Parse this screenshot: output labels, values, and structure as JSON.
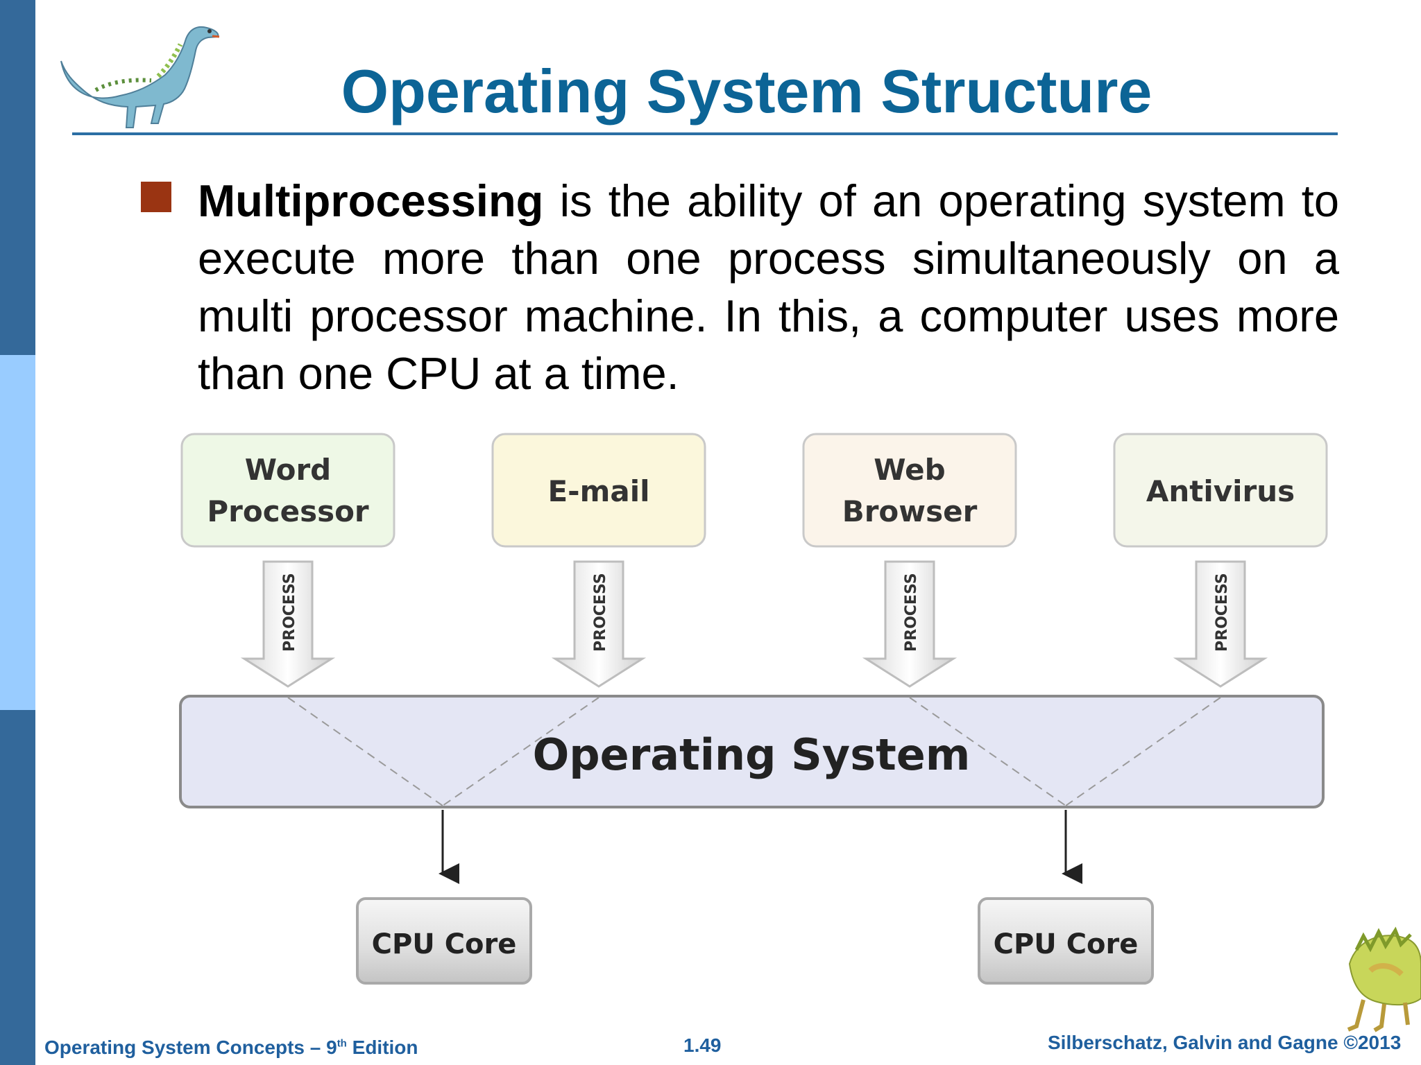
{
  "colors": {
    "sidebar_dark": "#34699a",
    "sidebar_light": "#99ccff",
    "title_blue": "#0c6496",
    "rule_blue": "#2c6fa4",
    "bullet_square": "#9a3412",
    "footer_blue": "#1f5f9e"
  },
  "header": {
    "title": "Operating System Structure"
  },
  "bullet": {
    "term": "Multiprocessing",
    "text": " is the ability of an operating system to execute more than one process simultaneously on a multi processor machine. In this, a computer uses more than one CPU at a time."
  },
  "diagram": {
    "applications": [
      {
        "line1": "Word",
        "line2": "Processor",
        "color": "#eef8e6"
      },
      {
        "line1": "E-mail",
        "line2": "",
        "color": "#fbf7dc"
      },
      {
        "line1": "Web",
        "line2": "Browser",
        "color": "#fbf4ea"
      },
      {
        "line1": "Antivirus",
        "line2": "",
        "color": "#f4f6ea"
      }
    ],
    "arrow_label": "PROCESS",
    "os_label": "Operating System",
    "cpu_labels": [
      "CPU Core",
      "CPU Core"
    ]
  },
  "footer": {
    "left_prefix": "Operating System Concepts – 9",
    "left_sup": "th",
    "left_suffix": " Edition",
    "page": "1.49",
    "right": "Silberschatz, Galvin and Gagne ©2013"
  },
  "icons": [
    "dinosaur-icon",
    "stegosaurus-icon"
  ]
}
